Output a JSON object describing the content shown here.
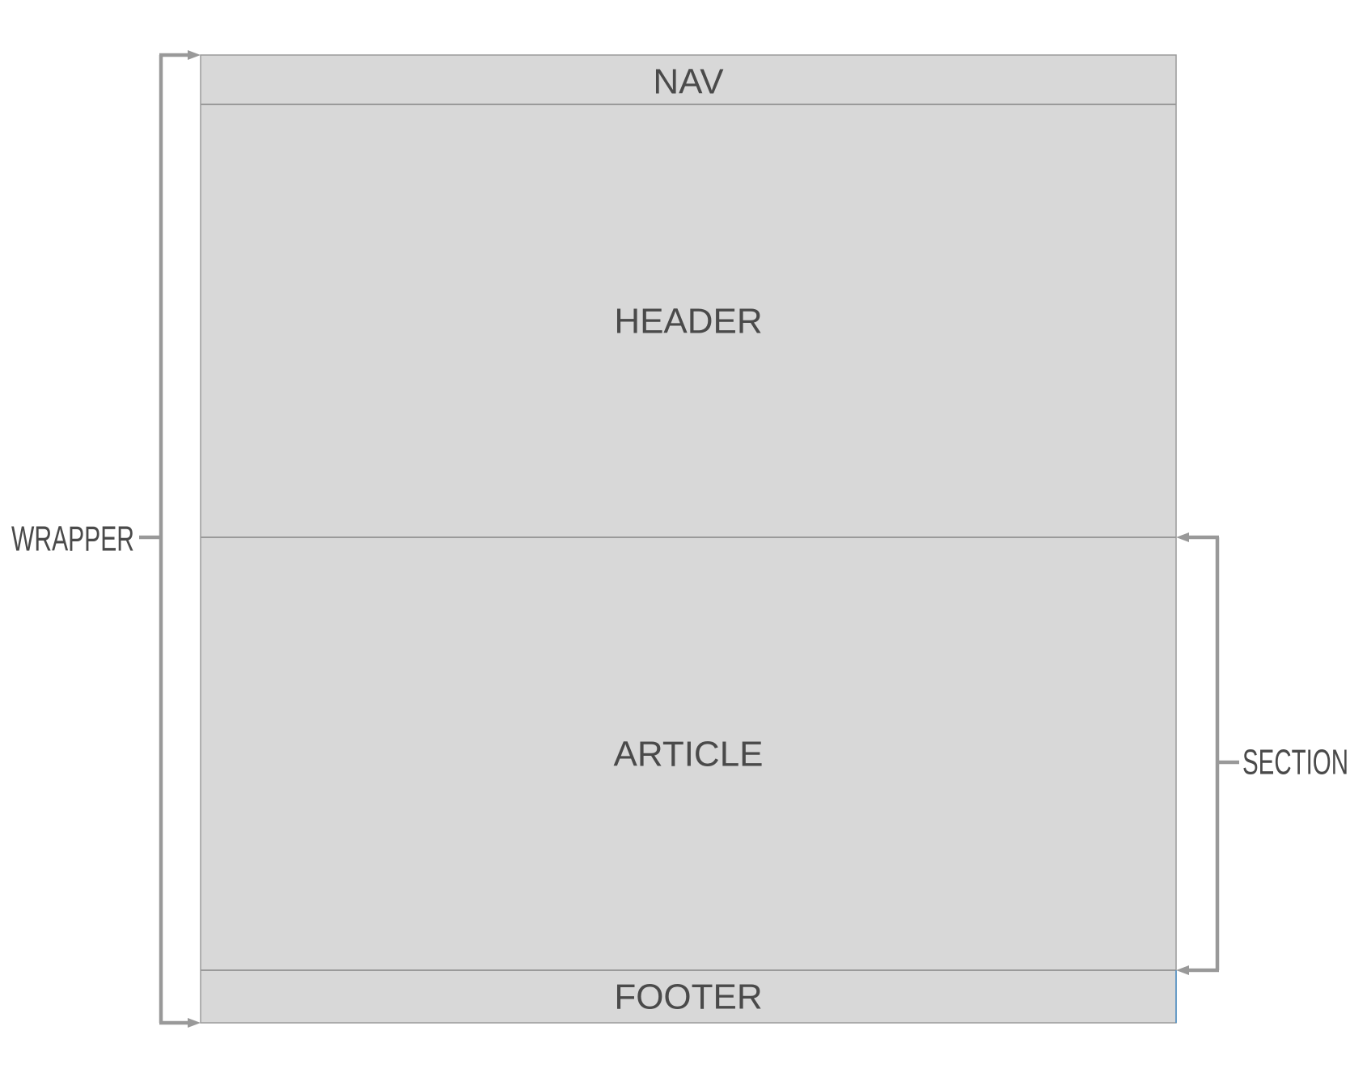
{
  "diagram": {
    "blocks": [
      {
        "id": "nav",
        "label": "NAV"
      },
      {
        "id": "header",
        "label": "HEADER"
      },
      {
        "id": "article",
        "label": "ARTICLE"
      },
      {
        "id": "footer",
        "label": "FOOTER"
      }
    ],
    "brackets": [
      {
        "id": "wrapper",
        "label": "WRAPPER",
        "spans": [
          "nav",
          "header",
          "article",
          "footer"
        ]
      },
      {
        "id": "section",
        "label": "SECTION",
        "spans": [
          "article"
        ]
      }
    ]
  },
  "colors": {
    "block_fill": "#d8d8d8",
    "block_border": "#9a9a9a",
    "bracket": "#999999",
    "text": "#4a4a4a",
    "footer_edge_accent": "#4a90c8"
  }
}
